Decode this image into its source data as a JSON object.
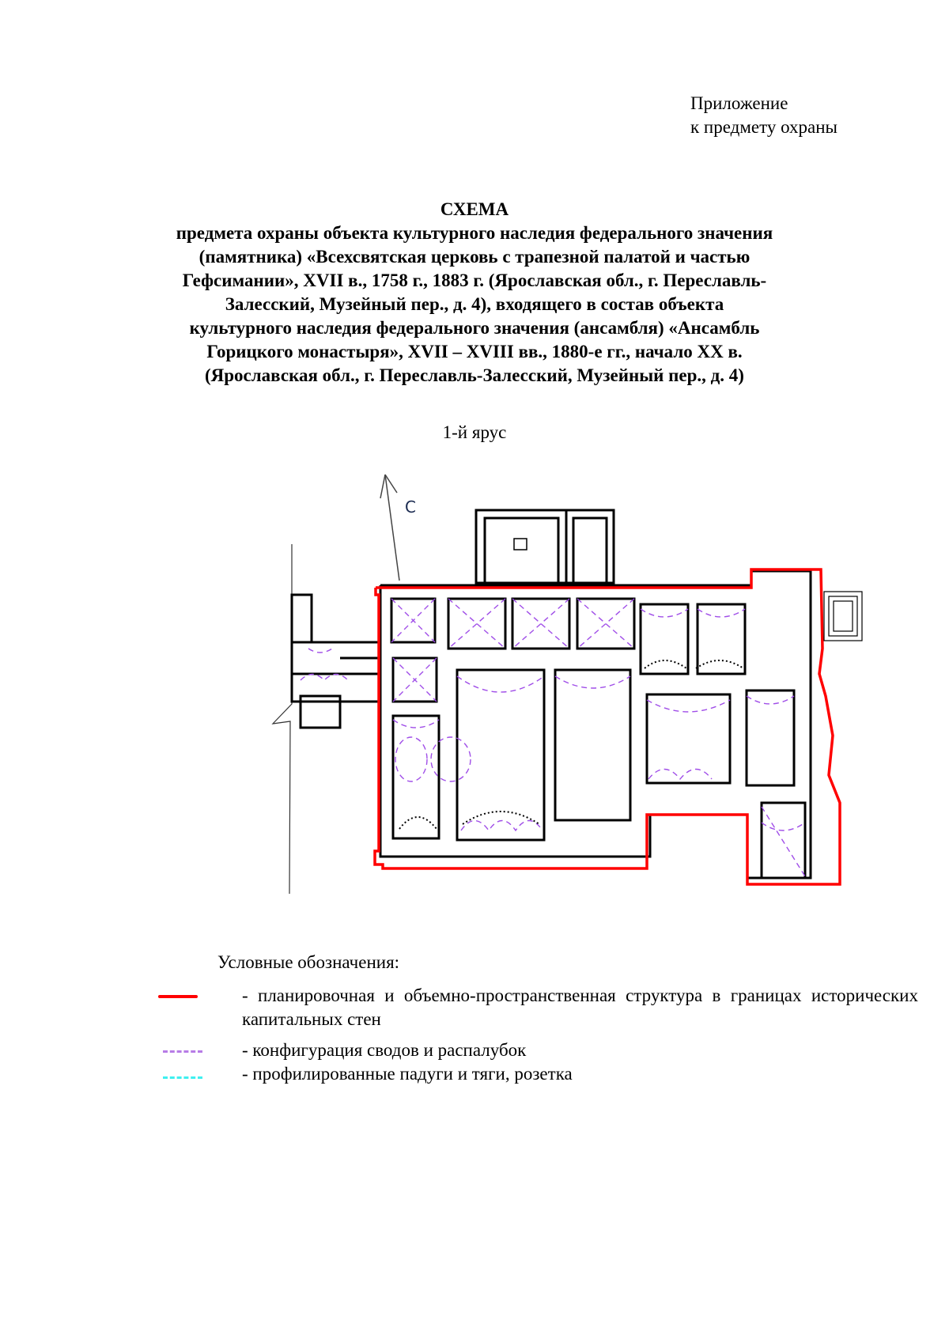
{
  "appendix": {
    "line1": "Приложение",
    "line2": "к предмету охраны"
  },
  "title": {
    "heading": "СХЕМА",
    "lines": [
      "предмета охраны объекта культурного наследия федерального значения",
      "(памятника) «Всехсвятская церковь с трапезной палатой и частью",
      "Гефсимании», XVII в., 1758 г., 1883 г. (Ярославская обл., г. Переславль-",
      "Залесский, Музейный пер., д. 4), входящего в состав объекта",
      "культурного наследия федерального значения (ансамбля) «Ансамбль",
      "Горицкого монастыря», XVII – XVIII вв., 1880-е гг., начало XX в.",
      "(Ярославская обл., г. Переславль-Залесский, Музейный пер., д. 4)"
    ]
  },
  "tier_label": "1-й ярус",
  "plan": {
    "north_arrow_label": "С",
    "colors": {
      "walls": "#000000",
      "boundary": "#ff0000",
      "vaults": "#a04ee8",
      "profiles": "#3ff0f0"
    }
  },
  "legend": {
    "title": "Условные обозначения:",
    "items": [
      {
        "swatch": "red-solid-line",
        "color": "#ff0000",
        "text": "- планировочная и объемно-пространственная структура в границах исторических капитальных стен"
      },
      {
        "swatch": "violet-dashed-line",
        "color": "#b77ce6",
        "text": "- конфигурация сводов и распалубок"
      },
      {
        "swatch": "cyan-dashed-line",
        "color": "#3ff0f0",
        "text": "- профилированные падуги и тяги, розетка"
      }
    ]
  }
}
